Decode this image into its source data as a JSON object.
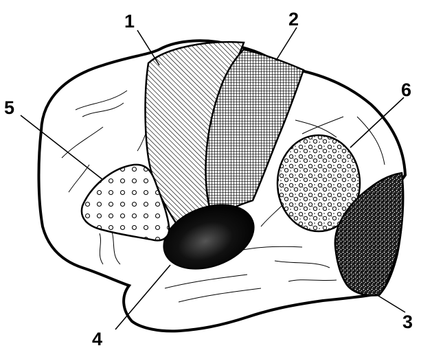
{
  "labels": {
    "l1": "1",
    "l2": "2",
    "l3": "3",
    "l4": "4",
    "l5": "5",
    "l6": "6"
  },
  "colors": {
    "ink": "#000000",
    "paper": "#ffffff"
  }
}
